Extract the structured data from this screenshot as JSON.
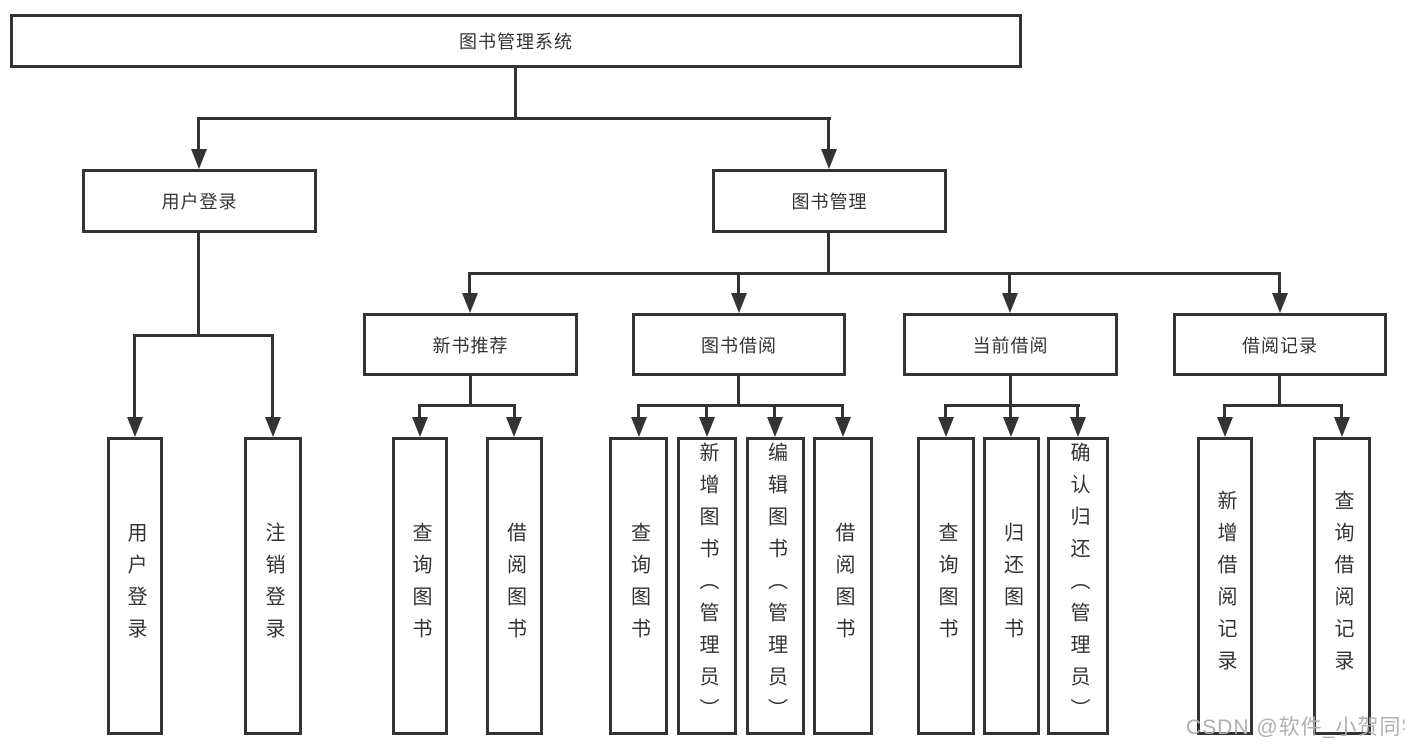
{
  "watermark": "CSDN @软件_小贺同学",
  "colors": {
    "line": "#333333",
    "text": "#333333",
    "watermark": "#b0b0b0",
    "background": "#ffffff"
  },
  "diagram": {
    "type": "hierarchy",
    "root": {
      "label": "图书管理系统"
    },
    "branches": [
      {
        "label": "用户登录",
        "children": [
          {
            "label": "用户登录"
          },
          {
            "label": "注销登录"
          }
        ]
      },
      {
        "label": "图书管理",
        "children": [
          {
            "label": "新书推荐",
            "children": [
              {
                "label": "查询图书"
              },
              {
                "label": "借阅图书"
              }
            ]
          },
          {
            "label": "图书借阅",
            "children": [
              {
                "label": "查询图书"
              },
              {
                "label": "新增图书（管理员）"
              },
              {
                "label": "编辑图书（管理员）"
              },
              {
                "label": "借阅图书"
              }
            ]
          },
          {
            "label": "当前借阅",
            "children": [
              {
                "label": "查询图书"
              },
              {
                "label": "归还图书"
              },
              {
                "label": "确认归还（管理员）"
              }
            ]
          },
          {
            "label": "借阅记录",
            "children": [
              {
                "label": "新增借阅记录"
              },
              {
                "label": "查询借阅记录"
              }
            ]
          }
        ]
      }
    ]
  }
}
